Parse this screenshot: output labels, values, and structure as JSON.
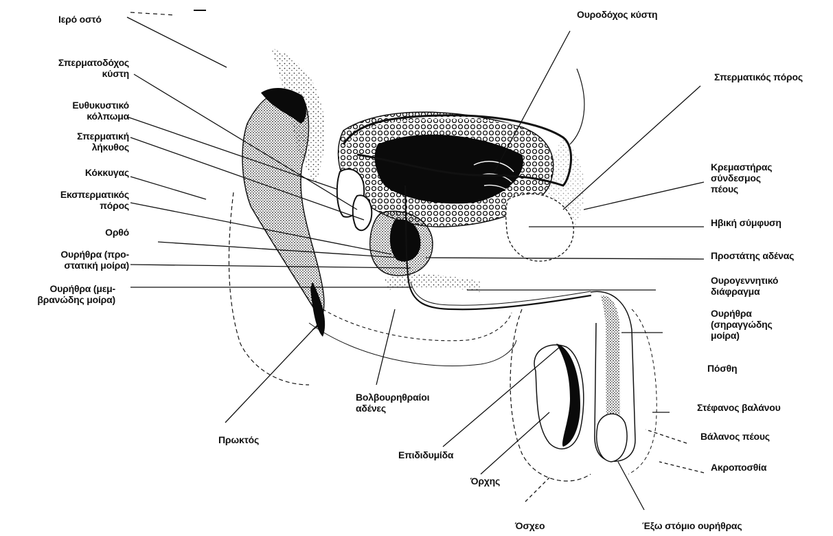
{
  "labels": {
    "sacrum": "Ιερό οστό",
    "seminal_vesicle": "Σπερματοδόχος\nκύστη",
    "rectovesical_pouch": "Ευθυκυστικό\nκόλπωμα",
    "ampulla": "Σπερματική\nλήκυθος",
    "coccyx": "Κόκκυγας",
    "ejaculatory_duct": "Εκσπερματικός\nπόρος",
    "rectum": "Ορθό",
    "urethra_prostatic": "Ουρήθρα (προ-\nστατική μοίρα)",
    "urethra_membranous": "Ουρήθρα (μεμ-\nβρανώδης μοίρα)",
    "anus": "Πρωκτός",
    "bulbourethral": "Βολβουρηθραίοι\nαδένες",
    "epididymis": "Επιδιδυμίδα",
    "testis": "Όρχης",
    "scrotum": "Όσχεο",
    "external_meatus": "Έξω στόμιο ουρήθρας",
    "bladder": "Ουροδόχος κύστη",
    "vas_deferens": "Σπερματικός πόρος",
    "suspensory_ligament": "Κρεμαστήρας\nσύνδεσμος\nπέους",
    "pubic_symphysis": "Ηβική σύμφυση",
    "prostate": "Προστάτης αδένας",
    "urogenital_diaphragm": "Ουρογεννητικό\nδιάφραγμα",
    "urethra_spongy": "Ουρήθρα\n(σηραγγώδης\nμοίρα)",
    "foreskin": "Πόσθη",
    "corona": "Στέφανος βαλάνου",
    "glans": "Βάλανος πέους",
    "prepuce_tip": "Ακροποσθία"
  },
  "colors": {
    "ink": "#111111",
    "stipple": "#333333",
    "dark_tissue": "#0a0a0a"
  }
}
